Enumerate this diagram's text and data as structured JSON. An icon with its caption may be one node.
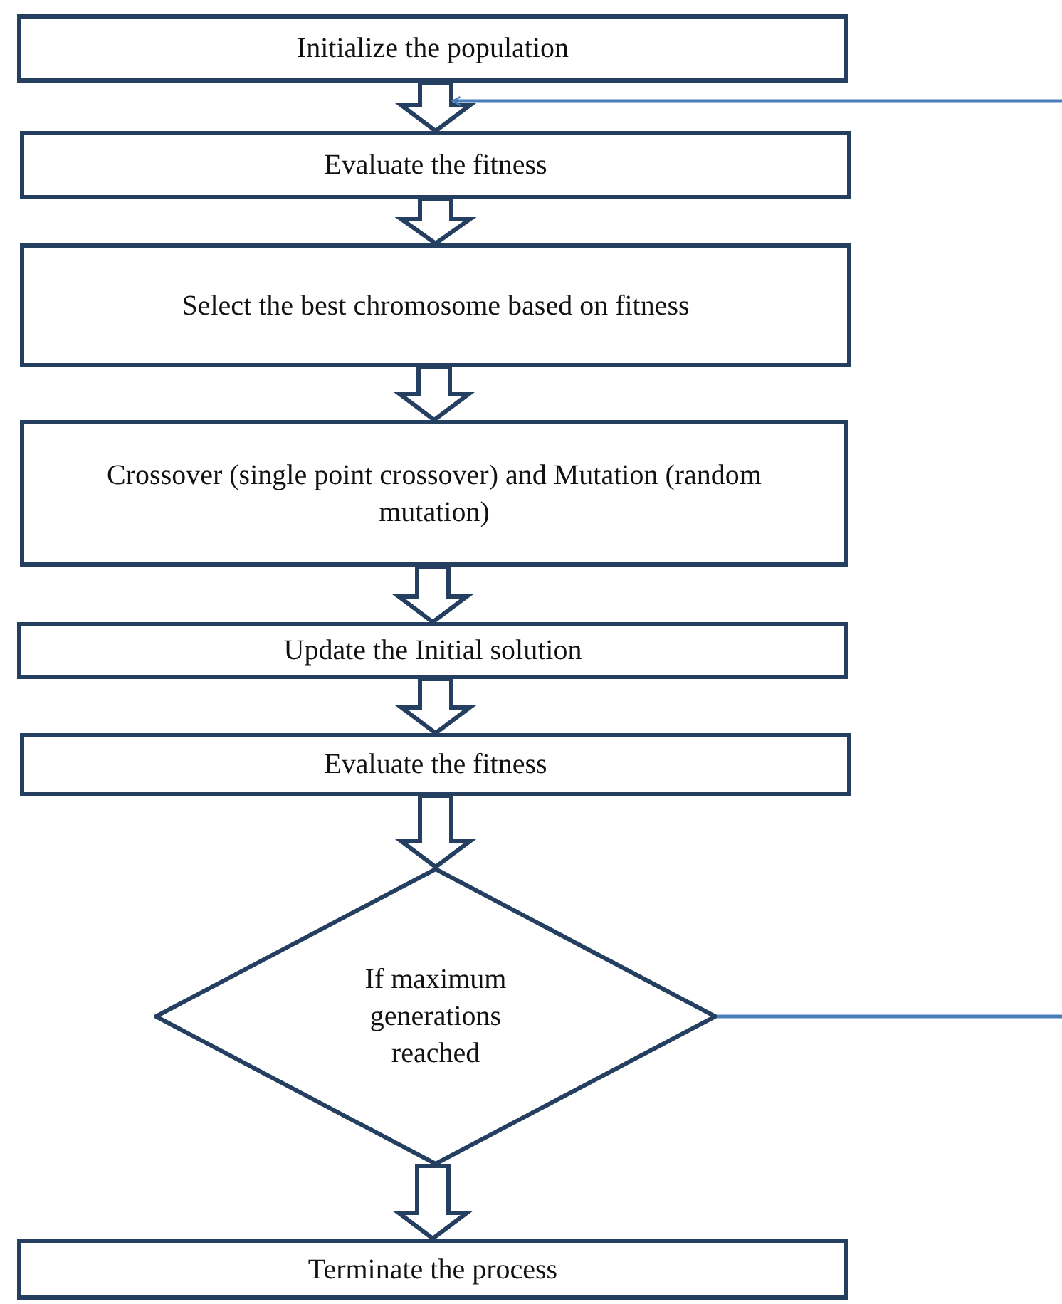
{
  "diagram": {
    "nodes": [
      {
        "text": [
          "Initialize the population"
        ]
      },
      {
        "text": [
          "Evaluate the fitness"
        ]
      },
      {
        "text": [
          "Select the best chromosome based on fitness"
        ]
      },
      {
        "text": [
          "Crossover (single point crossover) and Mutation (random mutation)"
        ]
      },
      {
        "text": [
          "Update the Initial solution"
        ]
      },
      {
        "text": [
          "Evaluate the fitness"
        ]
      },
      {
        "text": [
          "If maximum generations reached"
        ]
      },
      {
        "text": [
          "Terminate the process"
        ]
      }
    ],
    "edges": [
      {
        "from": 0,
        "to": 1,
        "arrow": "to"
      },
      {
        "from": 1,
        "to": 2,
        "arrow": "to"
      },
      {
        "from": 2,
        "to": 3,
        "arrow": "to"
      },
      {
        "from": 3,
        "to": 4,
        "arrow": "to"
      },
      {
        "from": 4,
        "to": 5,
        "arrow": "to"
      },
      {
        "from": 5,
        "to": 6,
        "arrow": "to"
      },
      {
        "from": 6,
        "to": 7,
        "arrow": "to"
      },
      {
        "from": 6,
        "to": null,
        "arrow": "none",
        "color": "#4a7ebb"
      },
      {
        "from": null,
        "to": 1,
        "arrow": "to",
        "color": "#4a7ebb"
      }
    ]
  }
}
